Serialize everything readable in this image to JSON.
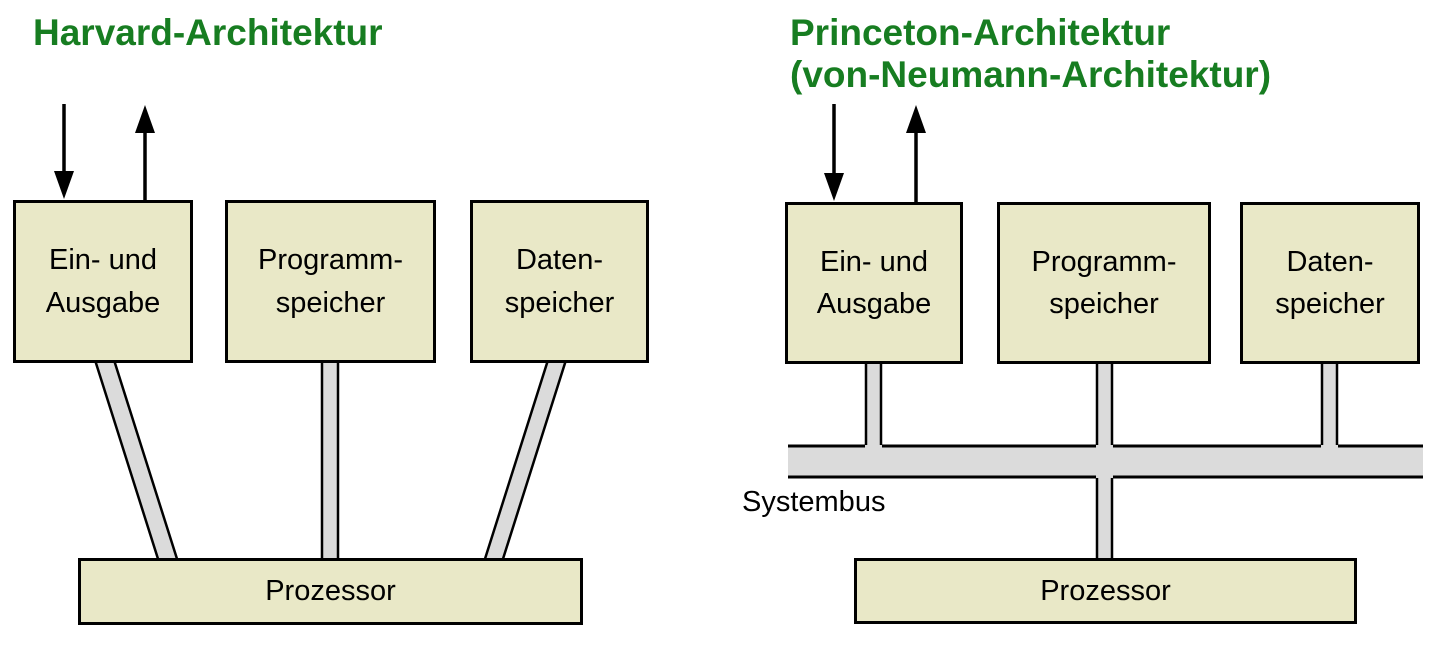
{
  "colors": {
    "title_green": "#177d21",
    "box_fill": "#e9e8c7",
    "connector_fill": "#dbdbdb",
    "border": "#000000",
    "background": "#ffffff"
  },
  "left": {
    "title": "Harvard-Architektur",
    "icons": {
      "input_arrow": "arrow-down",
      "output_arrow": "arrow-up"
    },
    "io_box": {
      "line1": "Ein- und",
      "line2": "Ausgabe"
    },
    "program_box": {
      "line1": "Programm-",
      "line2": "speicher"
    },
    "data_box": {
      "line1": "Daten-",
      "line2": "speicher"
    },
    "processor": "Prozessor"
  },
  "right": {
    "title_line1": "Princeton-Architektur",
    "title_line2": "(von-Neumann-Architektur)",
    "icons": {
      "input_arrow": "arrow-down",
      "output_arrow": "arrow-up"
    },
    "io_box": {
      "line1": "Ein- und",
      "line2": "Ausgabe"
    },
    "program_box": {
      "line1": "Programm-",
      "line2": "speicher"
    },
    "data_box": {
      "line1": "Daten-",
      "line2": "speicher"
    },
    "bus_label": "Systembus",
    "processor": "Prozessor"
  }
}
